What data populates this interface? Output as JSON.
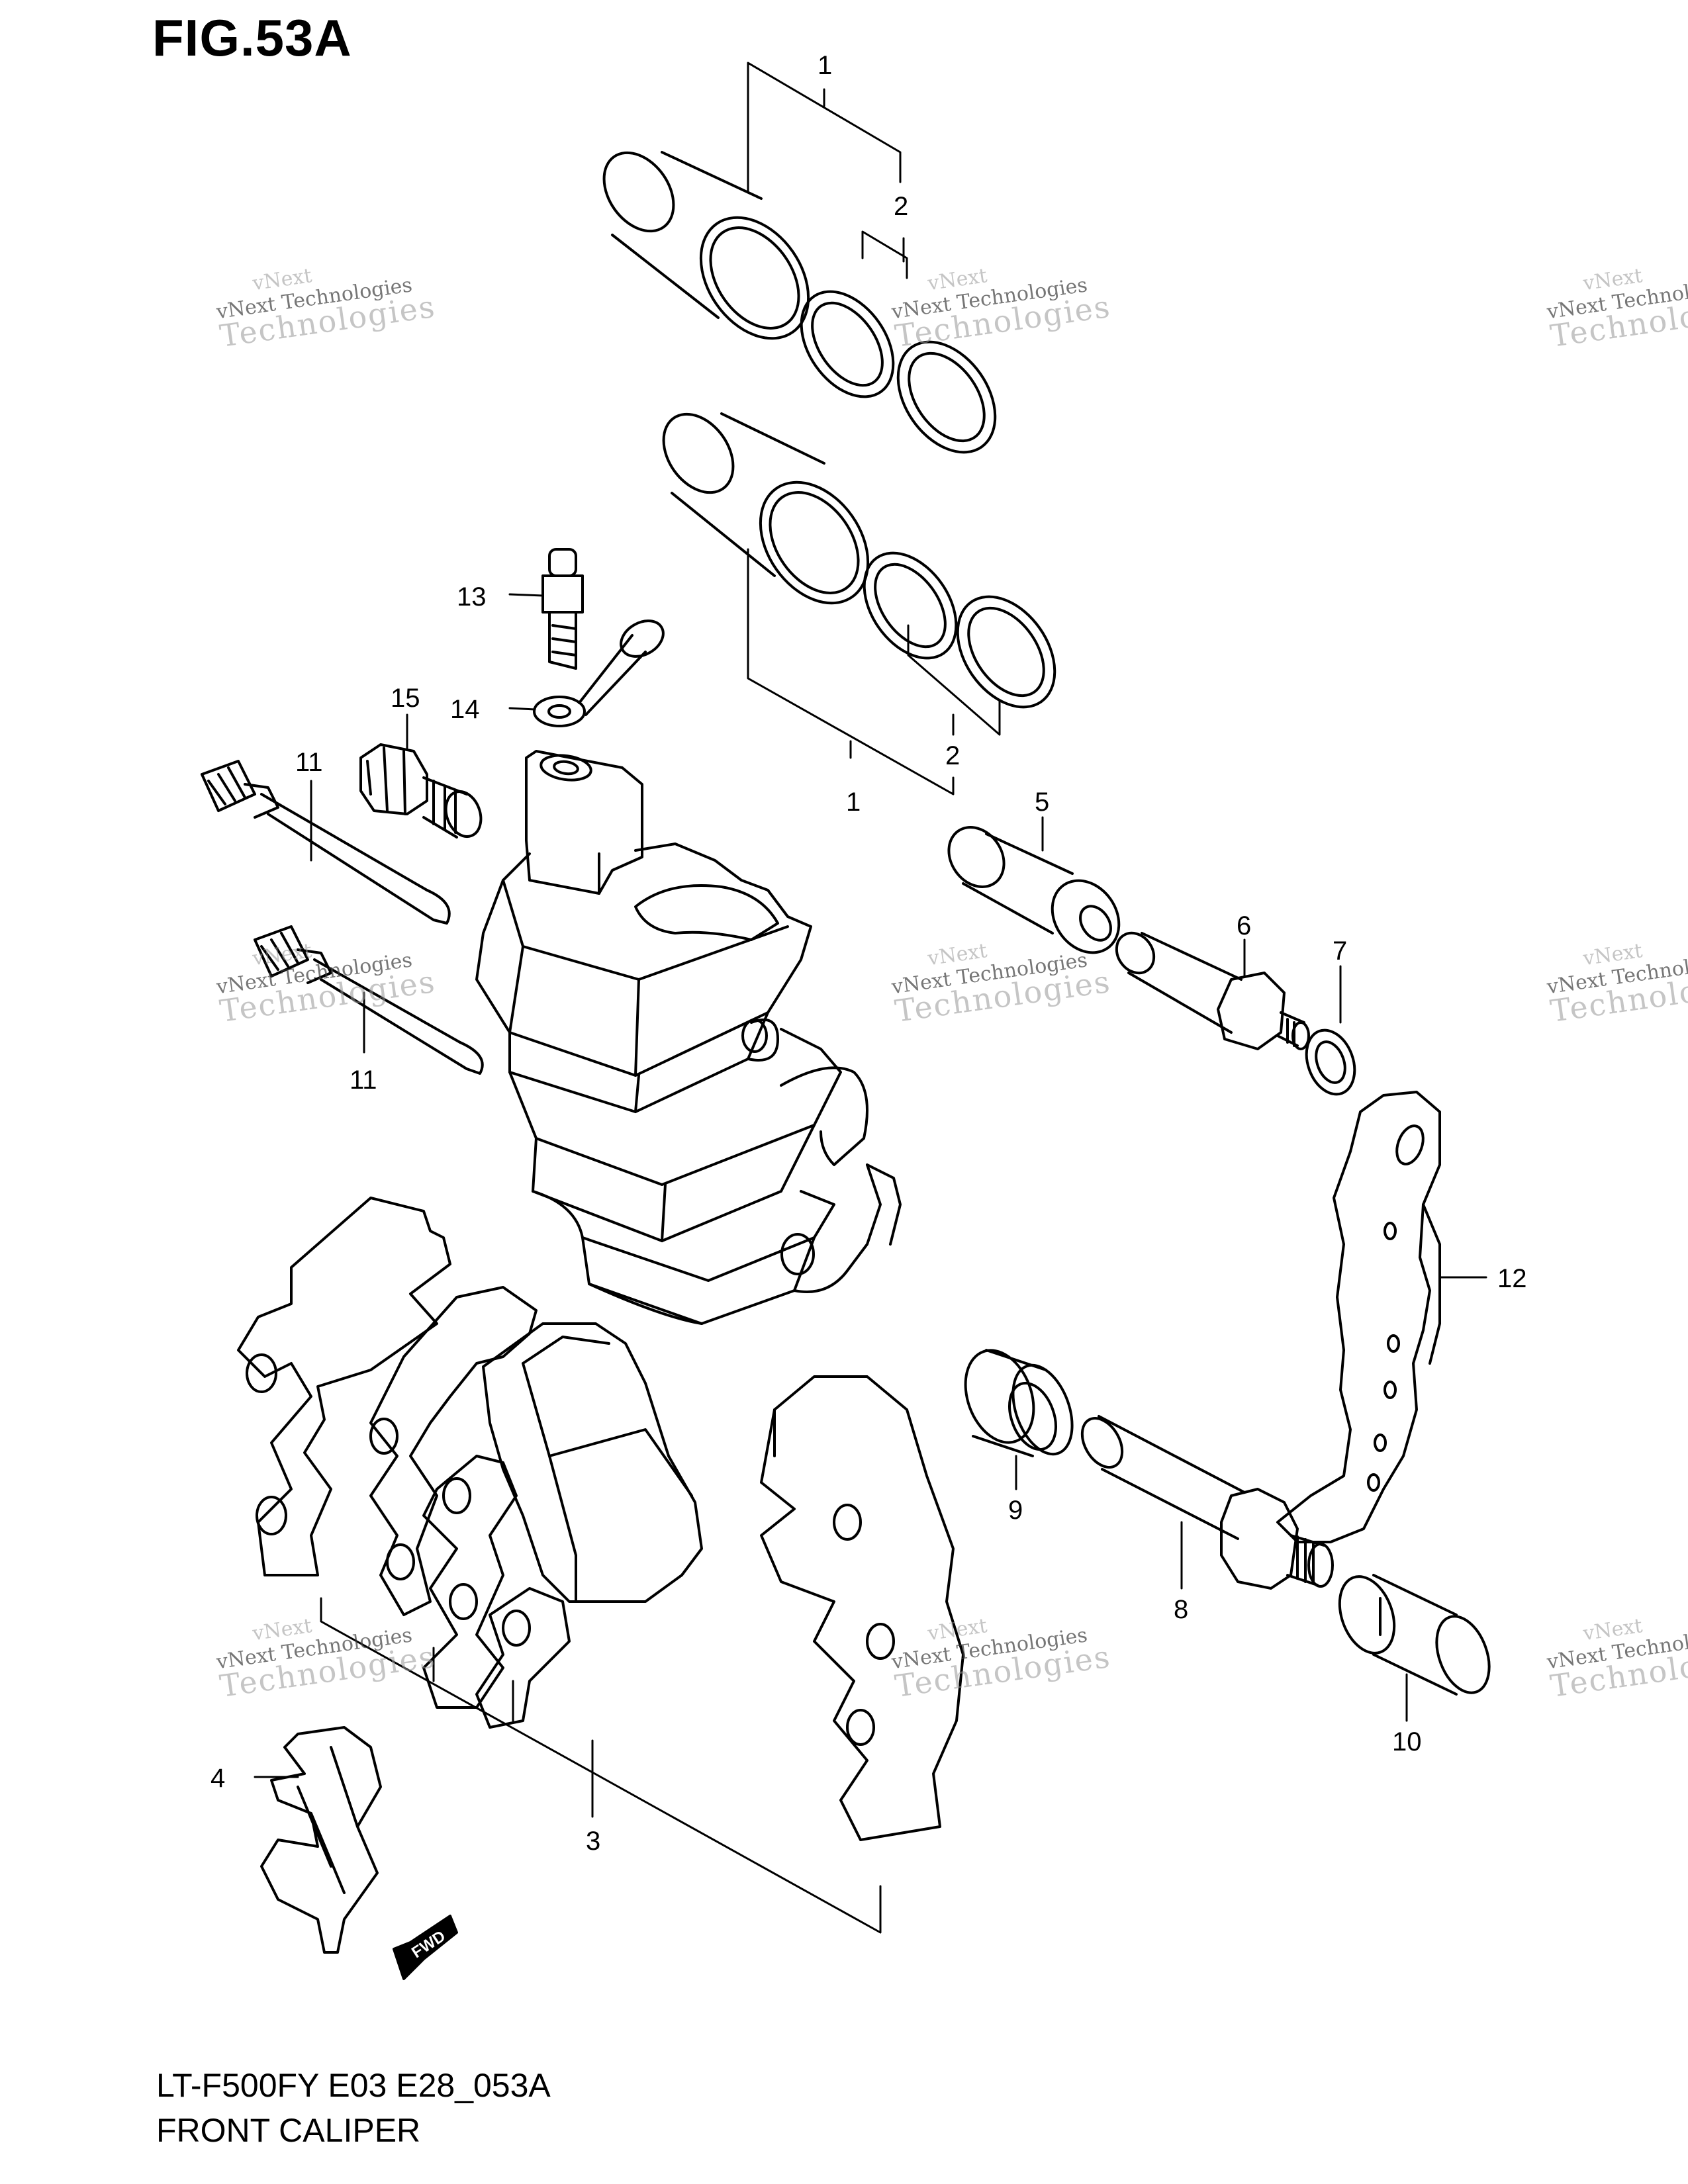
{
  "figure": {
    "title": "FIG.53A"
  },
  "footer": {
    "model_code": "LT-F500FY E03 E28_053A",
    "section_name": "FRONT CALIPER"
  },
  "fwd_label": "FWD",
  "watermark": {
    "line1": "vNext",
    "line2": "vNext Technologies",
    "line3": "Technologies"
  },
  "callouts": [
    {
      "id": "1a",
      "text": "1"
    },
    {
      "id": "2a",
      "text": "2"
    },
    {
      "id": "1b",
      "text": "1"
    },
    {
      "id": "2b",
      "text": "2"
    },
    {
      "id": "3",
      "text": "3"
    },
    {
      "id": "4",
      "text": "4"
    },
    {
      "id": "5",
      "text": "5"
    },
    {
      "id": "6",
      "text": "6"
    },
    {
      "id": "7",
      "text": "7"
    },
    {
      "id": "8",
      "text": "8"
    },
    {
      "id": "9",
      "text": "9"
    },
    {
      "id": "10",
      "text": "10"
    },
    {
      "id": "11a",
      "text": "11"
    },
    {
      "id": "11b",
      "text": "11"
    },
    {
      "id": "12",
      "text": "12"
    },
    {
      "id": "13",
      "text": "13"
    },
    {
      "id": "14",
      "text": "14"
    },
    {
      "id": "15",
      "text": "15"
    }
  ],
  "colors": {
    "line": "#000000",
    "watermark": "#9a9a9a"
  }
}
